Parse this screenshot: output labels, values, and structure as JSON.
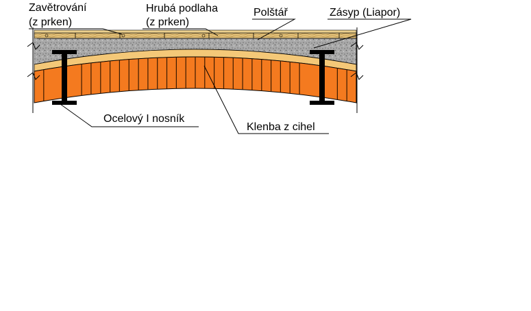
{
  "labels": {
    "zavetrovani_line1": "Zavětrování",
    "zavetrovani_line2": "(z prken)",
    "hruba_podlaha_line1": "Hrubá podlaha",
    "hruba_podlaha_line2": "(z prken)",
    "polstar": "Polštář",
    "zasyp": "Zásyp (Liapor)",
    "ocelovy_nosnik": "Ocelový I nosník",
    "klenba": "Klenba z cihel"
  },
  "colors": {
    "brick": "#f47a1f",
    "brick_mortar": "#3a1a00",
    "mortar_bed": "#f4c878",
    "fill_gravel": "#a8a8a8",
    "board": "#e6c47c",
    "steel": "#000000",
    "leader": "#000000"
  }
}
